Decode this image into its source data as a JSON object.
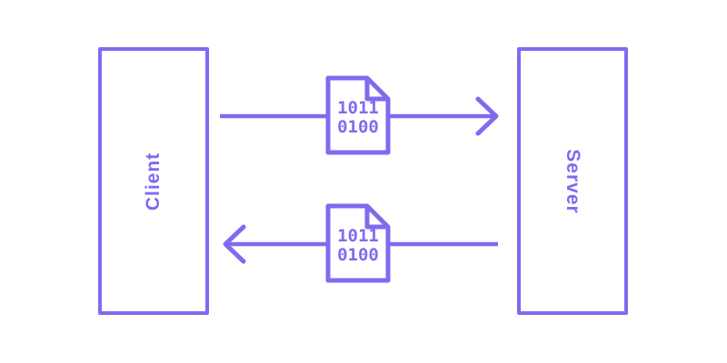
{
  "colors": {
    "accent": "#7D6BF0",
    "background": "#FFFFFF",
    "document_fill": "#FFFFFF"
  },
  "nodes": {
    "client": {
      "label": "Client"
    },
    "server": {
      "label": "Server"
    }
  },
  "messages": {
    "request": {
      "direction": "right",
      "payload": [
        "1011",
        "0100"
      ]
    },
    "response": {
      "direction": "left",
      "payload": [
        "1011",
        "0100"
      ]
    }
  },
  "icons": {
    "document": "document-icon",
    "arrowhead_right": "arrowhead-right-icon",
    "arrowhead_left": "arrowhead-left-icon"
  }
}
